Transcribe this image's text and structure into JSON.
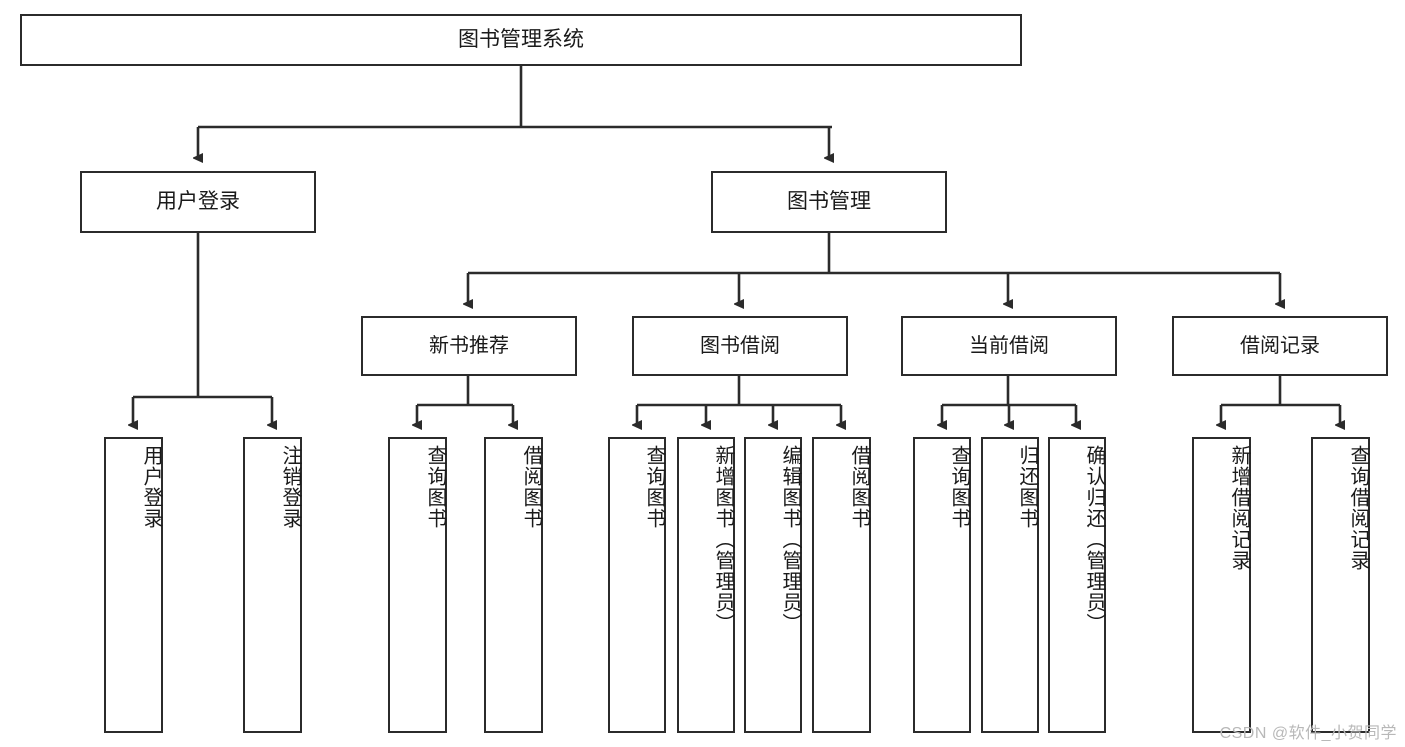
{
  "diagram": {
    "type": "tree-hierarchy",
    "title": "图书管理系统",
    "watermark": "CSDN @软件_小贺同学",
    "colors": {
      "box_border": "#2b2b2b",
      "box_fill": "#ffffff",
      "edge": "#2b2b2b",
      "text": "#1a1a1a",
      "watermark": "#b8b8b8"
    },
    "levels": {
      "root": {
        "label": "图书管理系统"
      },
      "level2": [
        {
          "id": "user-login",
          "label": "用户登录"
        },
        {
          "id": "book-manage",
          "label": "图书管理"
        }
      ],
      "level3": [
        {
          "id": "new-book-rec",
          "label": "新书推荐"
        },
        {
          "id": "book-borrow",
          "label": "图书借阅"
        },
        {
          "id": "current-borrow",
          "label": "当前借阅"
        },
        {
          "id": "borrow-record",
          "label": "借阅记录"
        }
      ],
      "leaves": {
        "user_login": [
          {
            "id": "leaf-user-login",
            "label": "用户登录"
          },
          {
            "id": "leaf-logout",
            "label": "注销登录"
          }
        ],
        "new_book_rec": [
          {
            "id": "leaf-query-book-1",
            "label": "查询图书"
          },
          {
            "id": "leaf-borrow-book-1",
            "label": "借阅图书"
          }
        ],
        "book_borrow": [
          {
            "id": "leaf-query-book-2",
            "label": "查询图书"
          },
          {
            "id": "leaf-add-book",
            "label": "新增图书（管理员）"
          },
          {
            "id": "leaf-edit-book",
            "label": "编辑图书（管理员）"
          },
          {
            "id": "leaf-borrow-book-2",
            "label": "借阅图书"
          }
        ],
        "current_borrow": [
          {
            "id": "leaf-query-book-3",
            "label": "查询图书"
          },
          {
            "id": "leaf-return-book",
            "label": "归还图书"
          },
          {
            "id": "leaf-confirm-return",
            "label": "确认归还（管理员）"
          }
        ],
        "borrow_record": [
          {
            "id": "leaf-add-record",
            "label": "新增借阅记录"
          },
          {
            "id": "leaf-query-record",
            "label": "查询借阅记录"
          }
        ]
      }
    }
  }
}
